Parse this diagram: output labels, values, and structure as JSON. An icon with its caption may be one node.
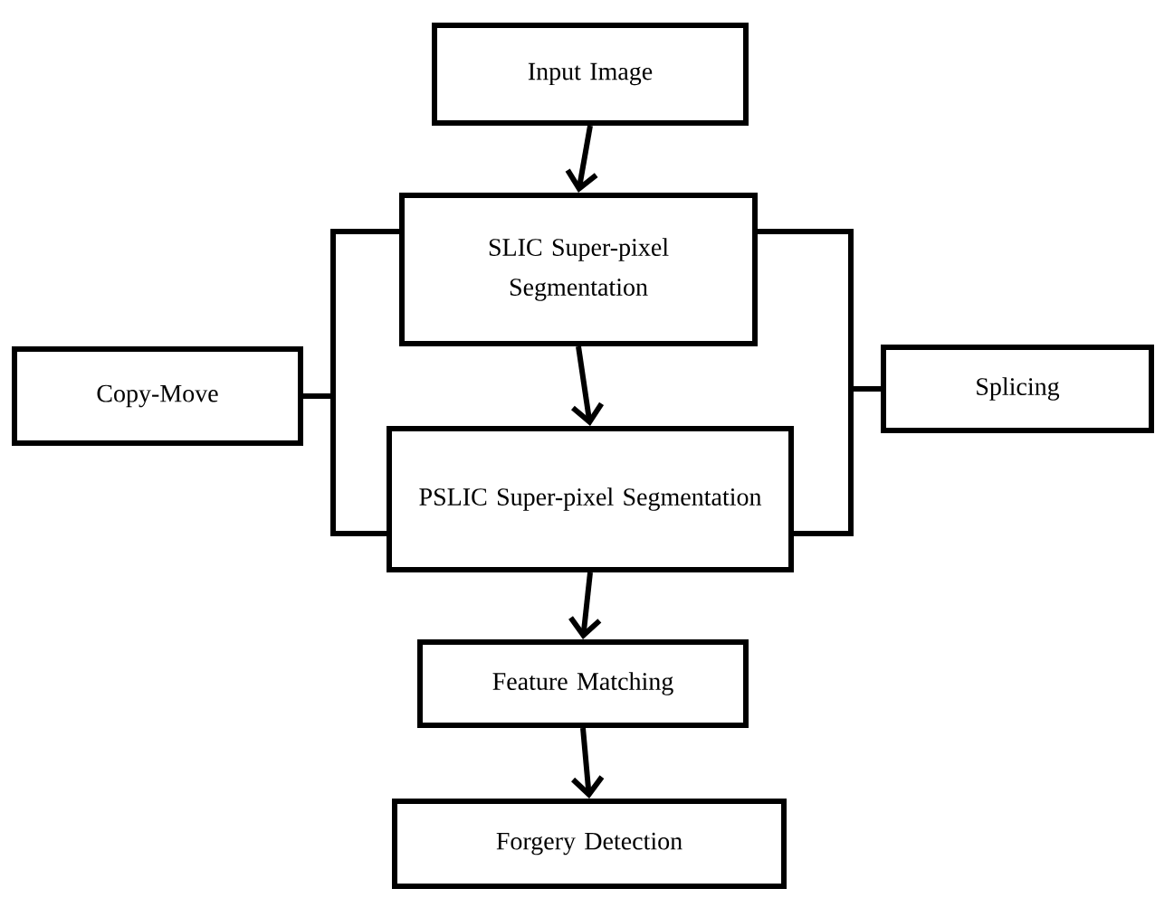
{
  "diagram": {
    "nodes": [
      {
        "text": [
          "Input Image"
        ]
      },
      {
        "text": [
          "SLIC Super-pixel Segmentation"
        ]
      },
      {
        "text": [
          "Copy-Move"
        ]
      },
      {
        "text": [
          "PSLIC Super-pixel Segmentation"
        ]
      },
      {
        "text": [
          "Splicing"
        ]
      },
      {
        "text": [
          "Feature Matching"
        ]
      },
      {
        "text": [
          "Forgery Detection"
        ]
      }
    ],
    "edges": [
      {
        "from": 0,
        "to": 1,
        "arrow": "to"
      },
      {
        "from": 2,
        "to": 1,
        "arrow": "none"
      },
      {
        "from": 2,
        "to": 3,
        "arrow": "none"
      },
      {
        "from": 4,
        "to": 1,
        "arrow": "none"
      },
      {
        "from": 4,
        "to": 3,
        "arrow": "none"
      },
      {
        "from": 1,
        "to": 3,
        "arrow": "to"
      },
      {
        "from": 3,
        "to": 5,
        "arrow": "to"
      },
      {
        "from": 5,
        "to": 6,
        "arrow": "to"
      }
    ]
  }
}
